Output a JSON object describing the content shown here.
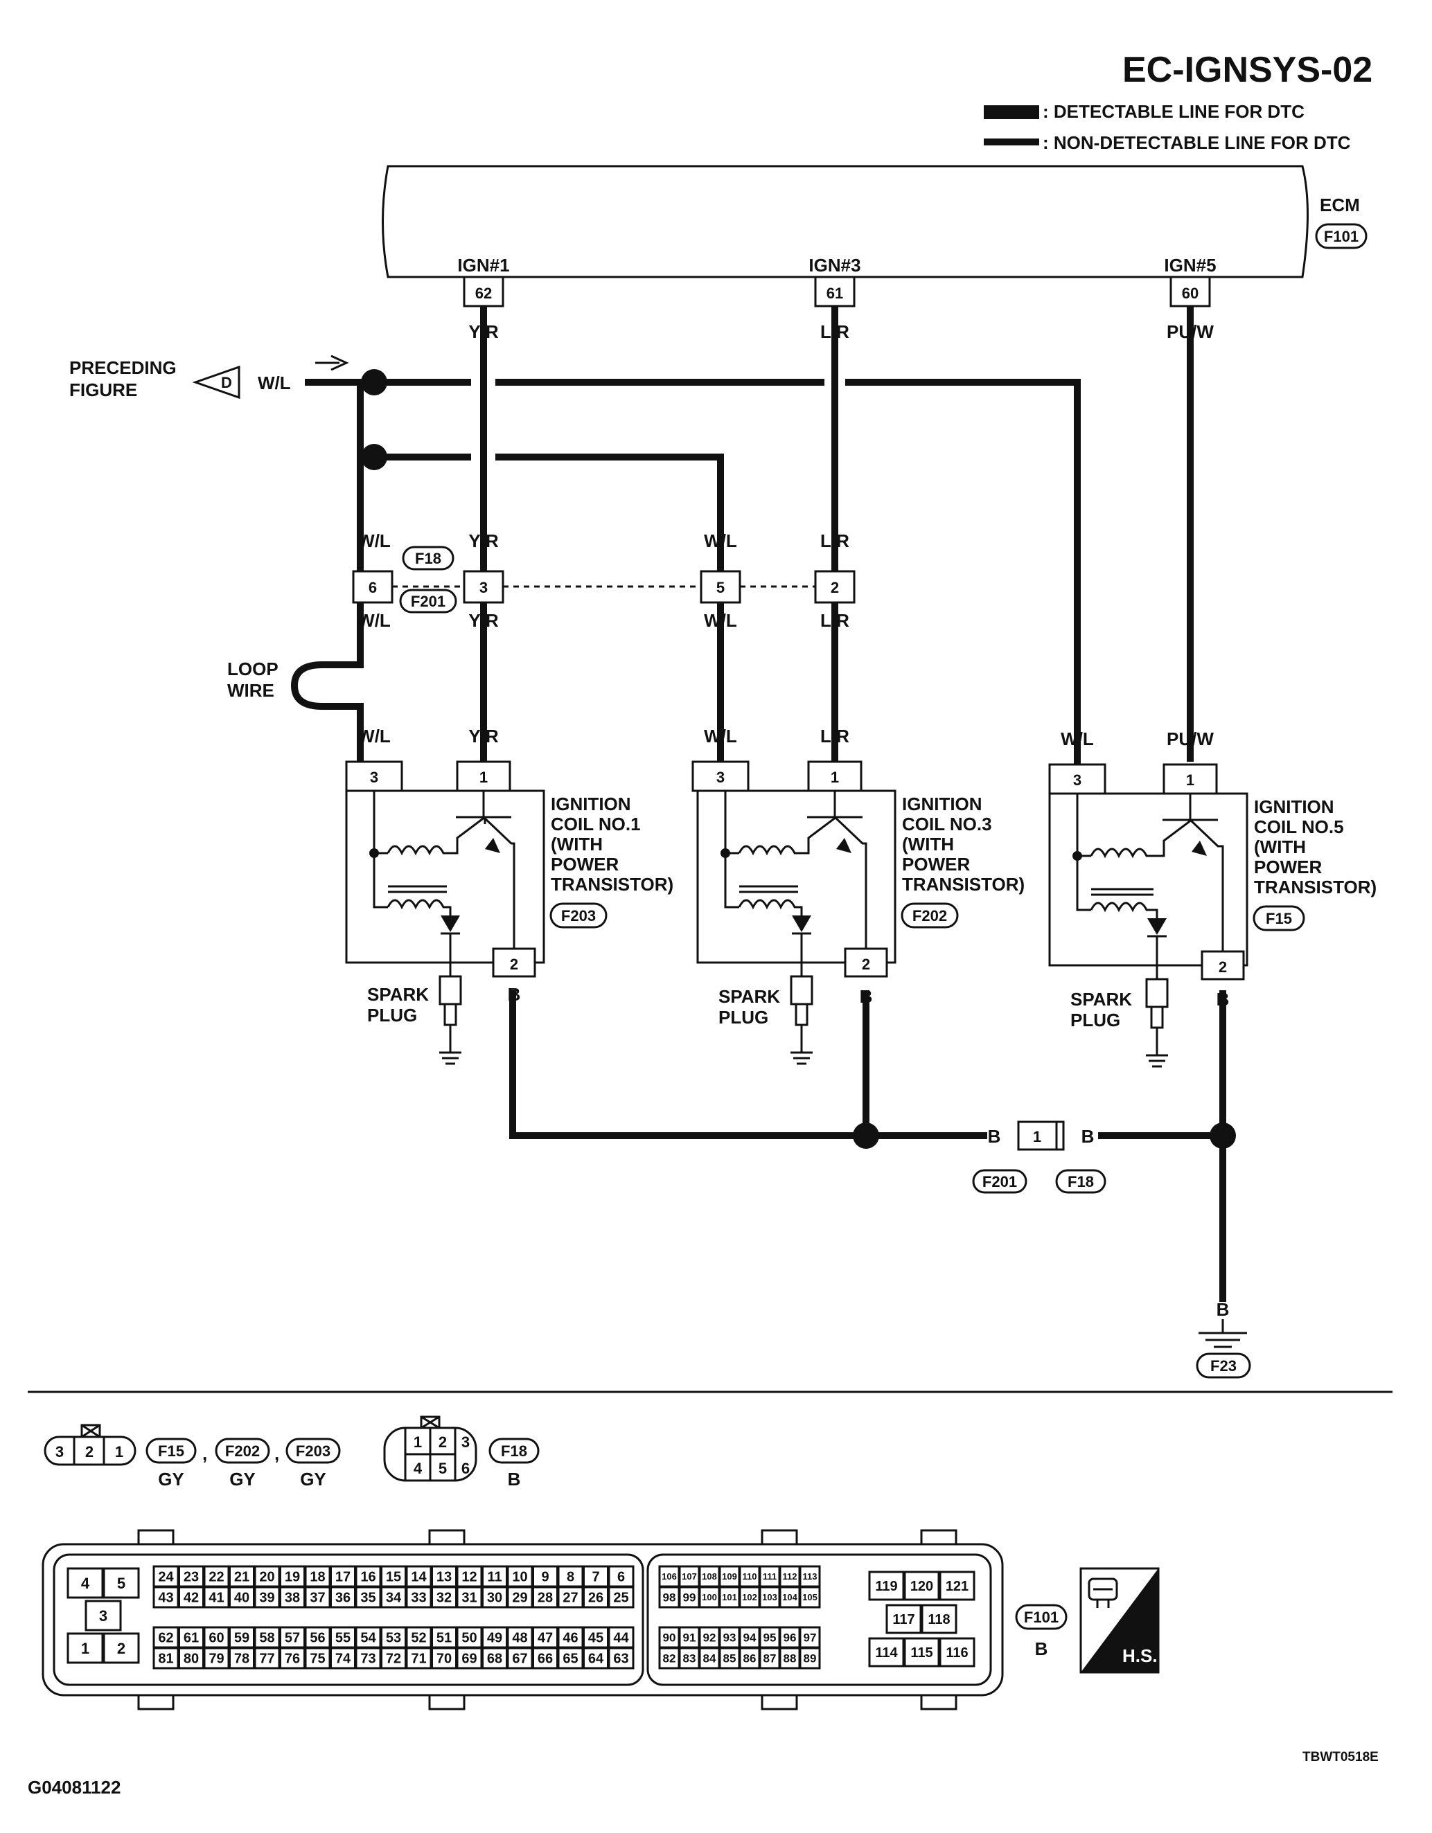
{
  "title": "EC-IGNSYS-02",
  "legend": [
    {
      "symbol": "thick-line",
      "label": ": DETECTABLE LINE FOR DTC"
    },
    {
      "symbol": "thin-line",
      "label": ": NON-DETECTABLE LINE FOR DTC"
    }
  ],
  "ecm": {
    "name": "ECM",
    "connector": "F101",
    "pins": [
      {
        "signal": "IGN#1",
        "pin": "62",
        "wire": "Y/R"
      },
      {
        "signal": "IGN#3",
        "pin": "61",
        "wire": "L/R"
      },
      {
        "signal": "IGN#5",
        "pin": "60",
        "wire": "PU/W"
      }
    ]
  },
  "preceding": {
    "line1": "PRECEDING",
    "line2": "FIGURE",
    "tag": "D",
    "wire": "W/L"
  },
  "joint_connector": {
    "top": "F18",
    "bottom": "F201",
    "pins": [
      {
        "pin": "6",
        "wire": "W/L"
      },
      {
        "pin": "3",
        "wire": "Y/R"
      },
      {
        "pin": "5",
        "wire": "W/L"
      },
      {
        "pin": "2",
        "wire": "L/R"
      }
    ]
  },
  "loop_wire": {
    "line1": "LOOP",
    "line2": "WIRE"
  },
  "coils": [
    {
      "name_lines": [
        "IGNITION",
        "COIL NO.1",
        "(WITH",
        " POWER",
        " TRANSISTOR)"
      ],
      "connector": "F203",
      "pin3": "3",
      "pin1": "1",
      "pin2": "2",
      "wire3": "W/L",
      "wire1": "Y/R",
      "wire2": "B"
    },
    {
      "name_lines": [
        "IGNITION",
        "COIL NO.3",
        "(WITH",
        " POWER",
        " TRANSISTOR)"
      ],
      "connector": "F202",
      "pin3": "3",
      "pin1": "1",
      "pin2": "2",
      "wire3": "W/L",
      "wire1": "L/R",
      "wire2": "B"
    },
    {
      "name_lines": [
        "IGNITION",
        "COIL NO.5",
        "(WITH",
        " POWER",
        " TRANSISTOR)"
      ],
      "connector": "F15",
      "pin3": "3",
      "pin1": "1",
      "pin2": "2",
      "wire3": "W/L",
      "wire1": "PU/W",
      "wire2": "B"
    }
  ],
  "spark_plug": {
    "line1": "SPARK",
    "line2": "PLUG"
  },
  "ground_connector": {
    "pin": "1",
    "wire_left": "B",
    "wire_right": "B",
    "left_conn": "F201",
    "right_conn": "F18"
  },
  "ground": {
    "wire": "B",
    "connector": "F23"
  },
  "views": {
    "coil_conn": {
      "pins": [
        "3",
        "2",
        "1"
      ],
      "refs": [
        "F15",
        "F202",
        "F203"
      ],
      "sep": ",",
      "color": "GY"
    },
    "f18_conn": {
      "pins_top": [
        "1",
        "2",
        "3"
      ],
      "pins_bottom": [
        "4",
        "5",
        "6"
      ],
      "ref": "F18",
      "color": "B"
    },
    "ecm_conn": {
      "ref": "F101",
      "color": "B",
      "hs": "H.S.",
      "left_pins": [
        "4",
        "5",
        "3",
        "1",
        "2"
      ],
      "row1": [
        "24",
        "23",
        "22",
        "21",
        "20",
        "19",
        "18",
        "17",
        "16",
        "15",
        "14",
        "13",
        "12",
        "11",
        "10",
        "9",
        "8",
        "7",
        "6"
      ],
      "row2": [
        "43",
        "42",
        "41",
        "40",
        "39",
        "38",
        "37",
        "36",
        "35",
        "34",
        "33",
        "32",
        "31",
        "30",
        "29",
        "28",
        "27",
        "26",
        "25"
      ],
      "row3": [
        "62",
        "61",
        "60",
        "59",
        "58",
        "57",
        "56",
        "55",
        "54",
        "53",
        "52",
        "51",
        "50",
        "49",
        "48",
        "47",
        "46",
        "45",
        "44"
      ],
      "row4": [
        "81",
        "80",
        "79",
        "78",
        "77",
        "76",
        "75",
        "74",
        "73",
        "72",
        "71",
        "70",
        "69",
        "68",
        "67",
        "66",
        "65",
        "64",
        "63"
      ],
      "mid1": [
        "106",
        "107",
        "108",
        "109",
        "110",
        "111",
        "112",
        "113"
      ],
      "mid2": [
        "98",
        "99",
        "100",
        "101",
        "102",
        "103",
        "104",
        "105"
      ],
      "mid3": [
        "90",
        "91",
        "92",
        "93",
        "94",
        "95",
        "96",
        "97"
      ],
      "mid4": [
        "82",
        "83",
        "84",
        "85",
        "86",
        "87",
        "88",
        "89"
      ],
      "right1": [
        "119",
        "120",
        "121"
      ],
      "right2": [
        "117",
        "118"
      ],
      "right3": [
        "114",
        "115",
        "116"
      ]
    }
  },
  "code_left": "G04081122",
  "code_right": "TBWT0518E"
}
